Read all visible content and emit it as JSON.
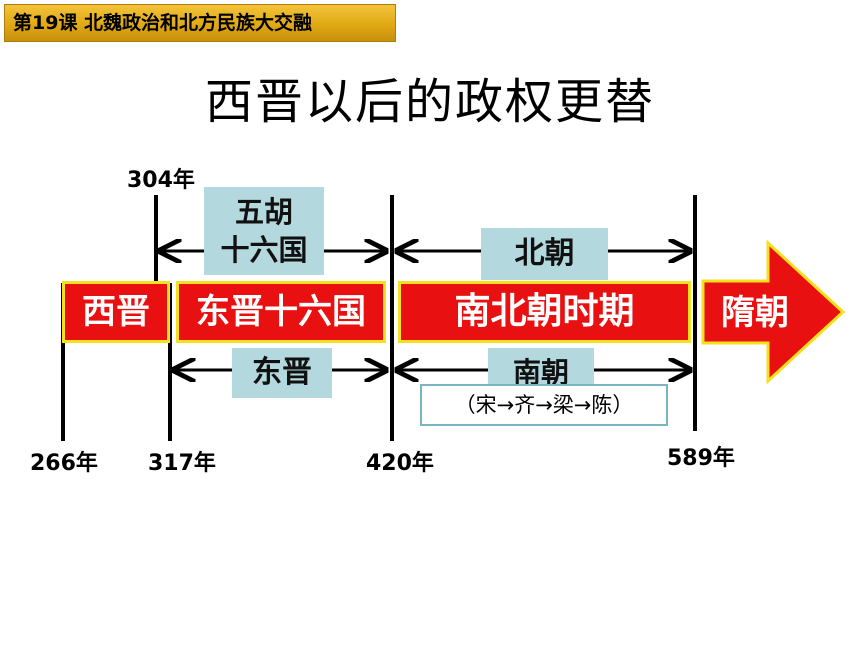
{
  "header": {
    "lesson_title": "第19课  北魏政治和北方民族大交融"
  },
  "slide": {
    "title": "西晋以后的政权更替"
  },
  "timeline": {
    "years": {
      "y266": "266年",
      "y304": "304年",
      "y317": "317年",
      "y420": "420年",
      "y589": "589年"
    },
    "periods": {
      "western_jin": "西晋",
      "eastern_jin_sixteen": "东晋十六国",
      "north_south": "南北朝时期",
      "sui": "隋朝"
    },
    "sub_periods": {
      "five_hu_line1": "五胡",
      "five_hu_line2": "十六国",
      "northern": "北朝",
      "eastern_jin": "东晋",
      "southern": "南朝"
    },
    "southern_sequence": "（宋→齐→梁→陈）"
  },
  "colors": {
    "banner": "#e0a915",
    "period_fill": "#e81010",
    "period_border": "#f5e020",
    "sub_fill": "#b3d9de",
    "arrow_border": "#f5e020"
  }
}
